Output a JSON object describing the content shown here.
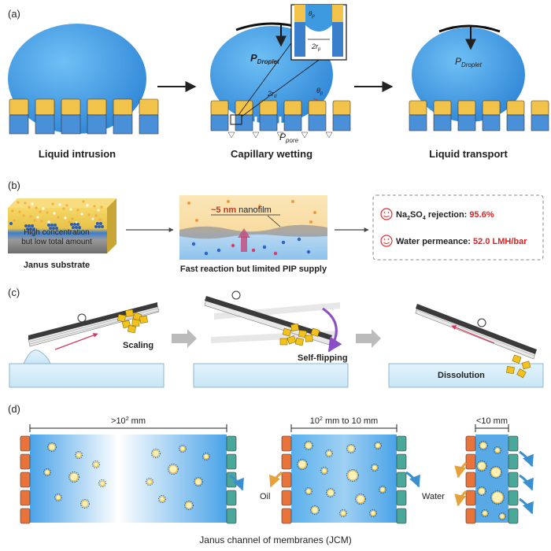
{
  "panel_a": {
    "label": "(a)",
    "captions": [
      "Liquid intrusion",
      "Capillary wetting",
      "Liquid transport"
    ],
    "p_droplet": "P",
    "p_droplet_sub": "Droplet",
    "p_pore": "P",
    "p_pore_sub": "pore",
    "r_droplet": "2r",
    "r_droplet_sub": "d",
    "r_pore": "2r",
    "r_pore_sub": "p",
    "theta": "θ",
    "theta_sub": "p"
  },
  "panel_b": {
    "label": "(b)",
    "substrate_text_1": "High concentration",
    "substrate_text_2": "but low total amount",
    "substrate_caption": "Janus substrate",
    "nanofilm_prefix": "~5 nm",
    "nanofilm_suffix": " nanofilm",
    "reaction_caption": "Fast reaction but limited PIP supply",
    "rejection_pre": "Na",
    "rejection_sub1": "2",
    "rejection_mid": "SO",
    "rejection_sub2": "4",
    "rejection_post": " rejection: ",
    "rejection_value": "95.6%",
    "permeance_label": "Water permeance: ",
    "permeance_value": "52.0 LMH/bar"
  },
  "panel_c": {
    "label": "(c)",
    "scaling": "Scaling",
    "self_flipping": "Self-flipping",
    "dissolution": "Dissolution"
  },
  "panel_d": {
    "label": "(d)",
    "dim_1": ">10",
    "dim_1_sup": "2",
    "dim_1_unit": " mm",
    "dim_2": "10",
    "dim_2_sup": "2",
    "dim_2_unit": " mm to 10 mm",
    "dim_3": "<10 mm",
    "oil": "Oil",
    "water": "Water",
    "caption": "Janus channel of membranes (JCM)"
  },
  "colors": {
    "droplet": "#3d9ae0",
    "yellow": "#f2c34a",
    "blue": "#4a90d9",
    "red_value": "#e02020",
    "orange_cap": "#e8743c",
    "teal_cap": "#4aa89a"
  }
}
